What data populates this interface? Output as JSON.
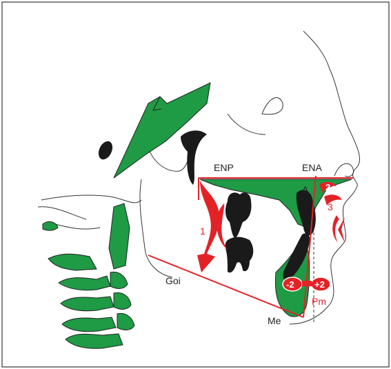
{
  "colors": {
    "green": "#1f9a45",
    "red": "#e32227",
    "black": "#1a1a1a",
    "outline": "#333333"
  },
  "labels": {
    "enp": "ENP",
    "ena": "ENA",
    "a": "A",
    "goi": "Goi",
    "me": "Me",
    "pm": "Pm",
    "n1": "1",
    "n2": "2",
    "n3": "3",
    "minus2": "-2",
    "plus2": "+2"
  }
}
